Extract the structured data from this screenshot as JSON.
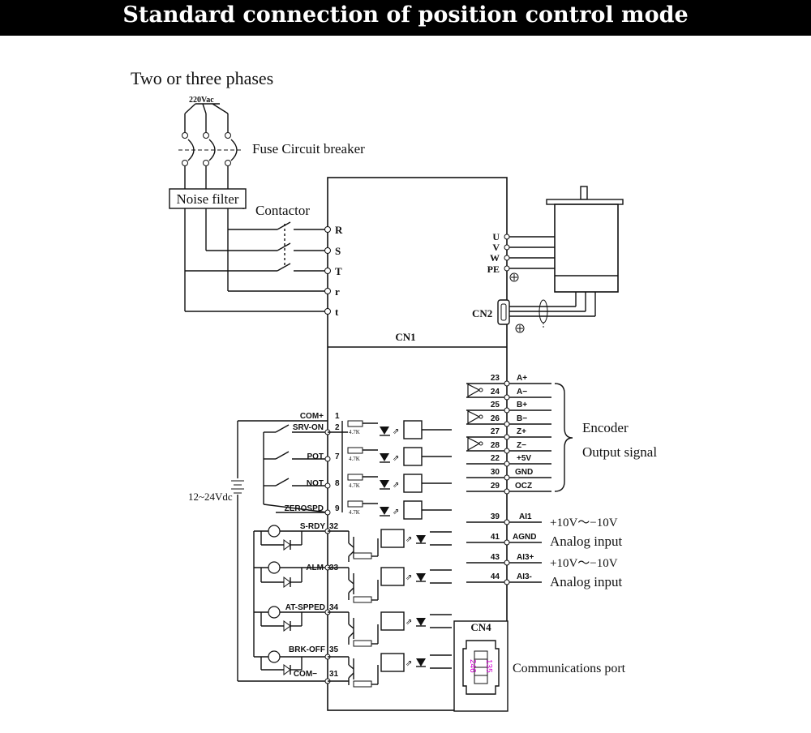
{
  "header": {
    "title": "Standard connection of position control mode"
  },
  "labels": {
    "phases": "Two or three phases",
    "supply": "220Vac",
    "fuse": "Fuse Circuit breaker",
    "noise_filter": "Noise filter",
    "contactor": "Contactor",
    "dc_supply": "12~24Vdc",
    "cn1": "CN1",
    "cn2": "CN2",
    "cn4": "CN4",
    "encoder_line1": "Encoder",
    "encoder_line2": "Output signal",
    "analog_range_1": "+10V～−10V",
    "analog_input_1": "Analog input",
    "analog_range_2": "+10V～−10V",
    "analog_input_2": "Analog input",
    "comm_port": "Communications port",
    "resistor": "4.7K",
    "cn4_pins_odd": "135",
    "cn4_pins_even": "246"
  },
  "power_terminals": [
    "R",
    "S",
    "T",
    "r",
    "t"
  ],
  "motor_terminals": [
    "U",
    "V",
    "W",
    "PE"
  ],
  "inputs": [
    {
      "pin": "1",
      "name": "COM+"
    },
    {
      "pin": "2",
      "name": "SRV-ON"
    },
    {
      "pin": "7",
      "name": "POT"
    },
    {
      "pin": "8",
      "name": "NOT"
    },
    {
      "pin": "9",
      "name": "ZEROSPD"
    }
  ],
  "outputs": [
    {
      "pin": "32",
      "name": "S-RDY"
    },
    {
      "pin": "33",
      "name": "ALM"
    },
    {
      "pin": "34",
      "name": "AT-SPPED"
    },
    {
      "pin": "35",
      "name": "BRK-OFF"
    },
    {
      "pin": "31",
      "name": "COM−"
    }
  ],
  "encoder_pins": [
    {
      "pin": "23",
      "name": "A+"
    },
    {
      "pin": "24",
      "name": "A−"
    },
    {
      "pin": "25",
      "name": "B+"
    },
    {
      "pin": "26",
      "name": "B−"
    },
    {
      "pin": "27",
      "name": "Z+"
    },
    {
      "pin": "28",
      "name": "Z−"
    },
    {
      "pin": "22",
      "name": "+5V"
    },
    {
      "pin": "30",
      "name": "GND"
    },
    {
      "pin": "29",
      "name": "OCZ"
    }
  ],
  "analog_pins": [
    {
      "pin": "39",
      "name": "AI1"
    },
    {
      "pin": "41",
      "name": "AGND"
    },
    {
      "pin": "43",
      "name": "AI3+"
    },
    {
      "pin": "44",
      "name": "AI3-"
    }
  ]
}
